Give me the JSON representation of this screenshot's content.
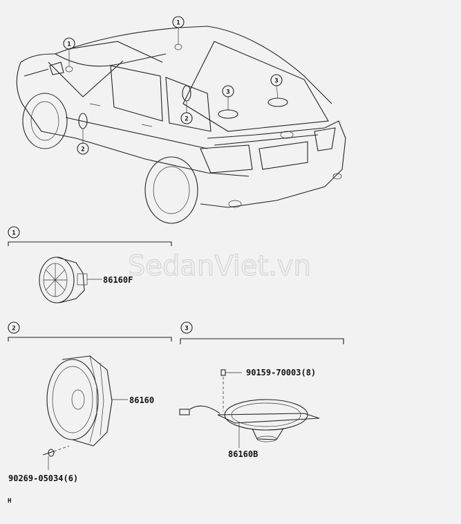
{
  "watermark": "SedanViet.vn",
  "callouts": {
    "one": "1",
    "two": "2",
    "three": "3"
  },
  "groups": [
    {
      "callout": "1",
      "parts": [
        "86160F"
      ]
    },
    {
      "callout": "2",
      "parts": [
        "86160",
        "90269-05034(6)"
      ]
    },
    {
      "callout": "3",
      "parts": [
        "86160B",
        "90159-70003(8)"
      ]
    }
  ],
  "labels": {
    "part_86160F": "86160F",
    "part_86160": "86160",
    "part_90269": "90269-05034(6)",
    "part_90159": "90159-70003(8)",
    "part_86160B": "86160B",
    "corner_mark": "H"
  },
  "colors": {
    "background": "#f2f2f2",
    "line": "#222222",
    "watermark": "#d6d6d6"
  }
}
